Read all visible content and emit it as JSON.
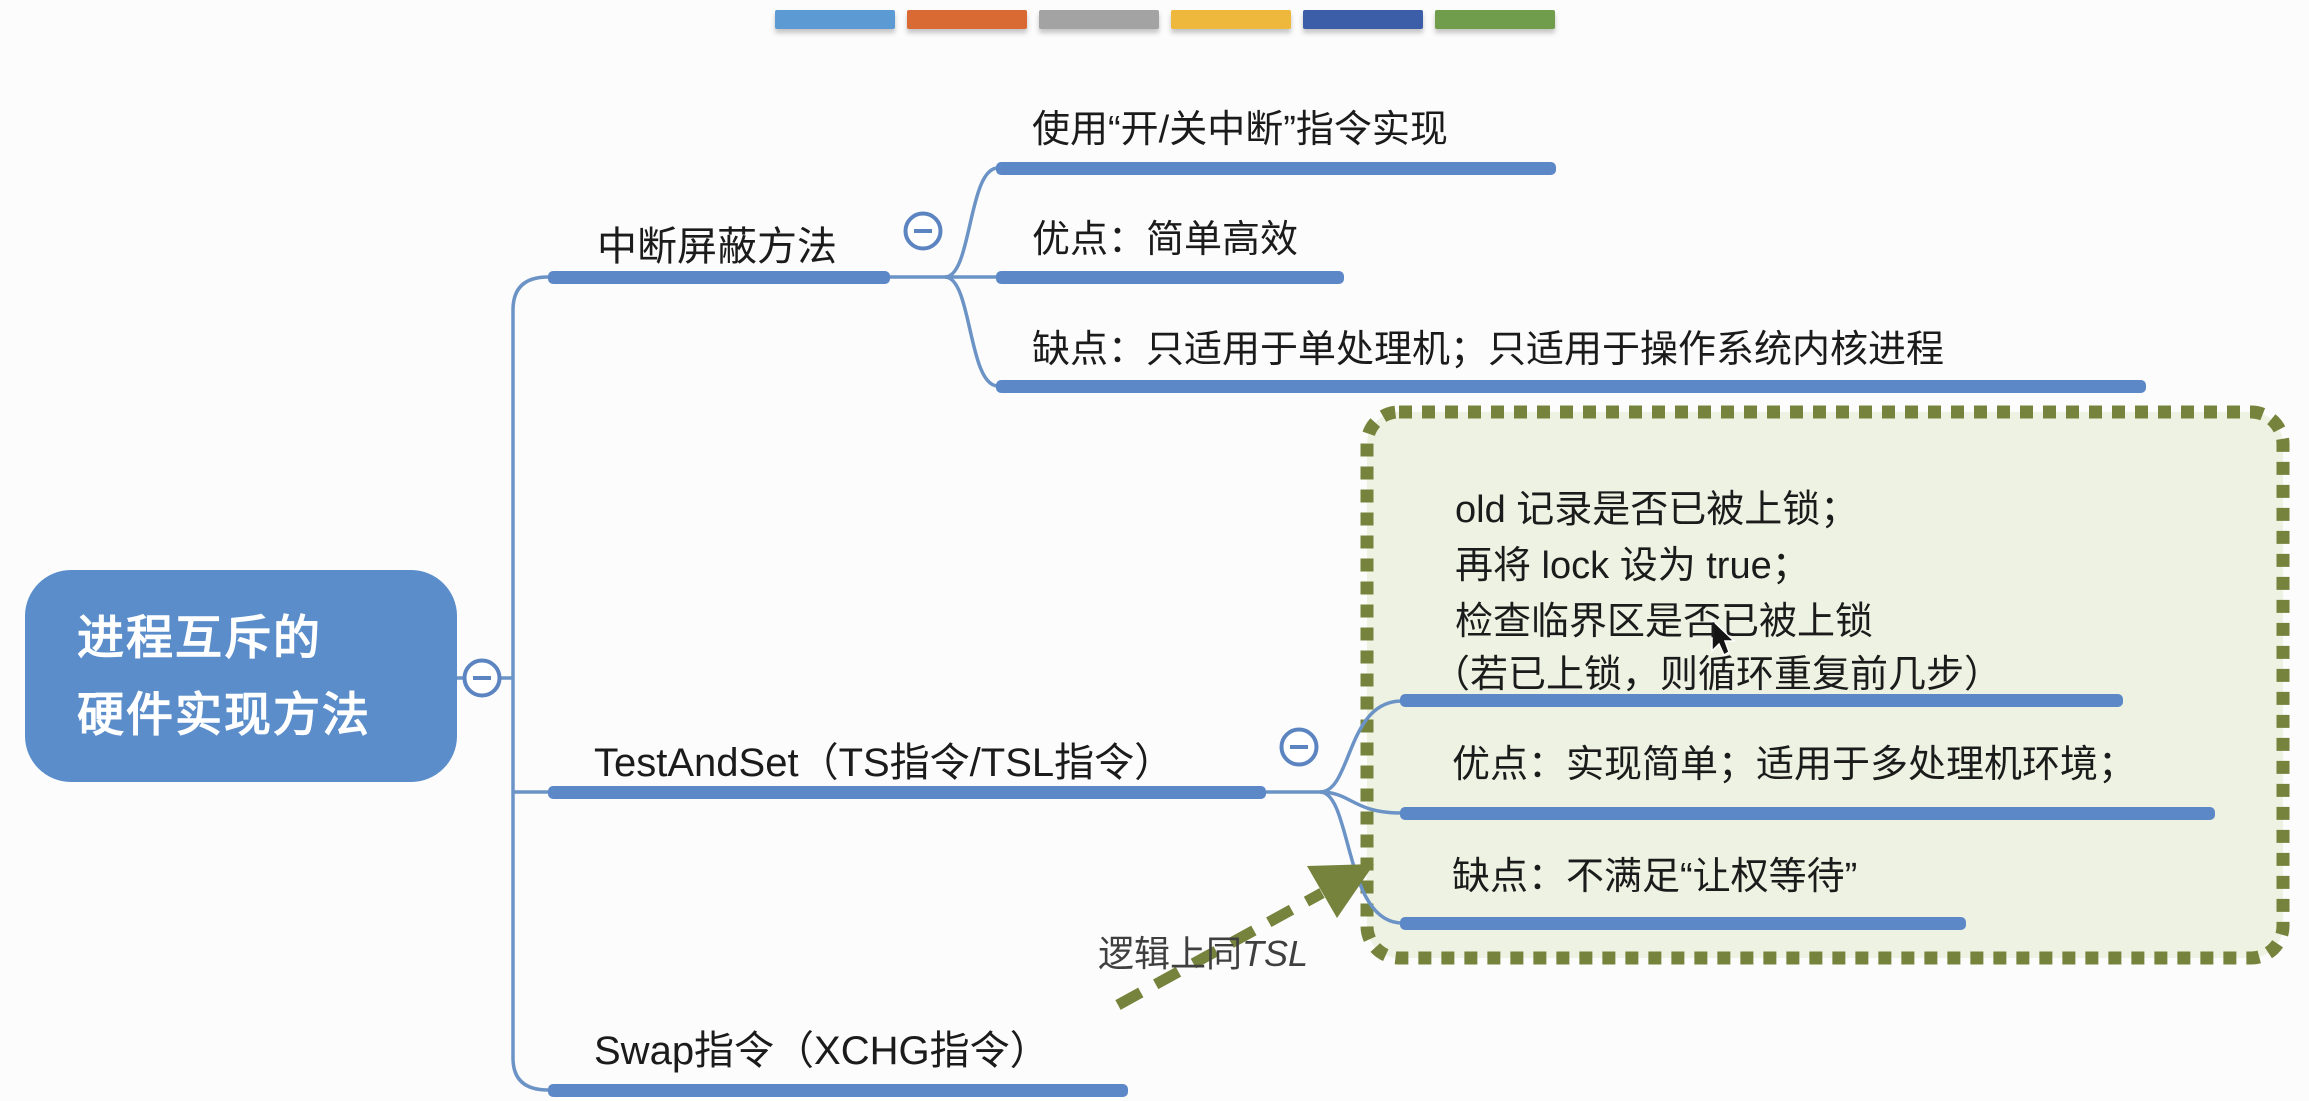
{
  "colors": {
    "accent_blue": "#5c88c7",
    "line_blue": "#6b93c6",
    "circle_blue": "#5b84c0",
    "root_fill": "#5a8dca",
    "box_fill": "#eef2e3",
    "olive": "#76833c",
    "text_dark": "#1b1b1b"
  },
  "legend_bars": [
    {
      "name": "bar-light-blue",
      "color": "#5b9ad2"
    },
    {
      "name": "bar-orange",
      "color": "#d96a33"
    },
    {
      "name": "bar-gray",
      "color": "#a3a3a3"
    },
    {
      "name": "bar-yellow",
      "color": "#eeb83d"
    },
    {
      "name": "bar-dark-blue",
      "color": "#3c5da8"
    },
    {
      "name": "bar-green",
      "color": "#6f9d4b"
    }
  ],
  "root": {
    "line1": "进程互斥的",
    "line2": "硬件实现方法"
  },
  "branches": [
    {
      "label": "中断屏蔽方法",
      "children": [
        {
          "text": "使用“开/关中断”指令实现"
        },
        {
          "text": "优点：简单高效"
        },
        {
          "text": "缺点：只适用于单处理机；只适用于操作系统内核进程"
        }
      ]
    },
    {
      "label": "TestAndSet（TS指令/TSL指令）",
      "children": [
        {
          "lines": [
            "old 记录是否已被上锁；",
            "再将 lock 设为 true；",
            "检查临界区是否已被上锁",
            "（若已上锁，则循环重复前几步）"
          ]
        },
        {
          "text": "优点：实现简单；适用于多处理机环境；"
        },
        {
          "text": "缺点：不满足“让权等待”"
        }
      ]
    },
    {
      "label": "Swap指令（XCHG指令）",
      "children": []
    }
  ],
  "annotation": {
    "regular": "逻辑上同",
    "italic": "TSL"
  },
  "collapse_icon": "−"
}
